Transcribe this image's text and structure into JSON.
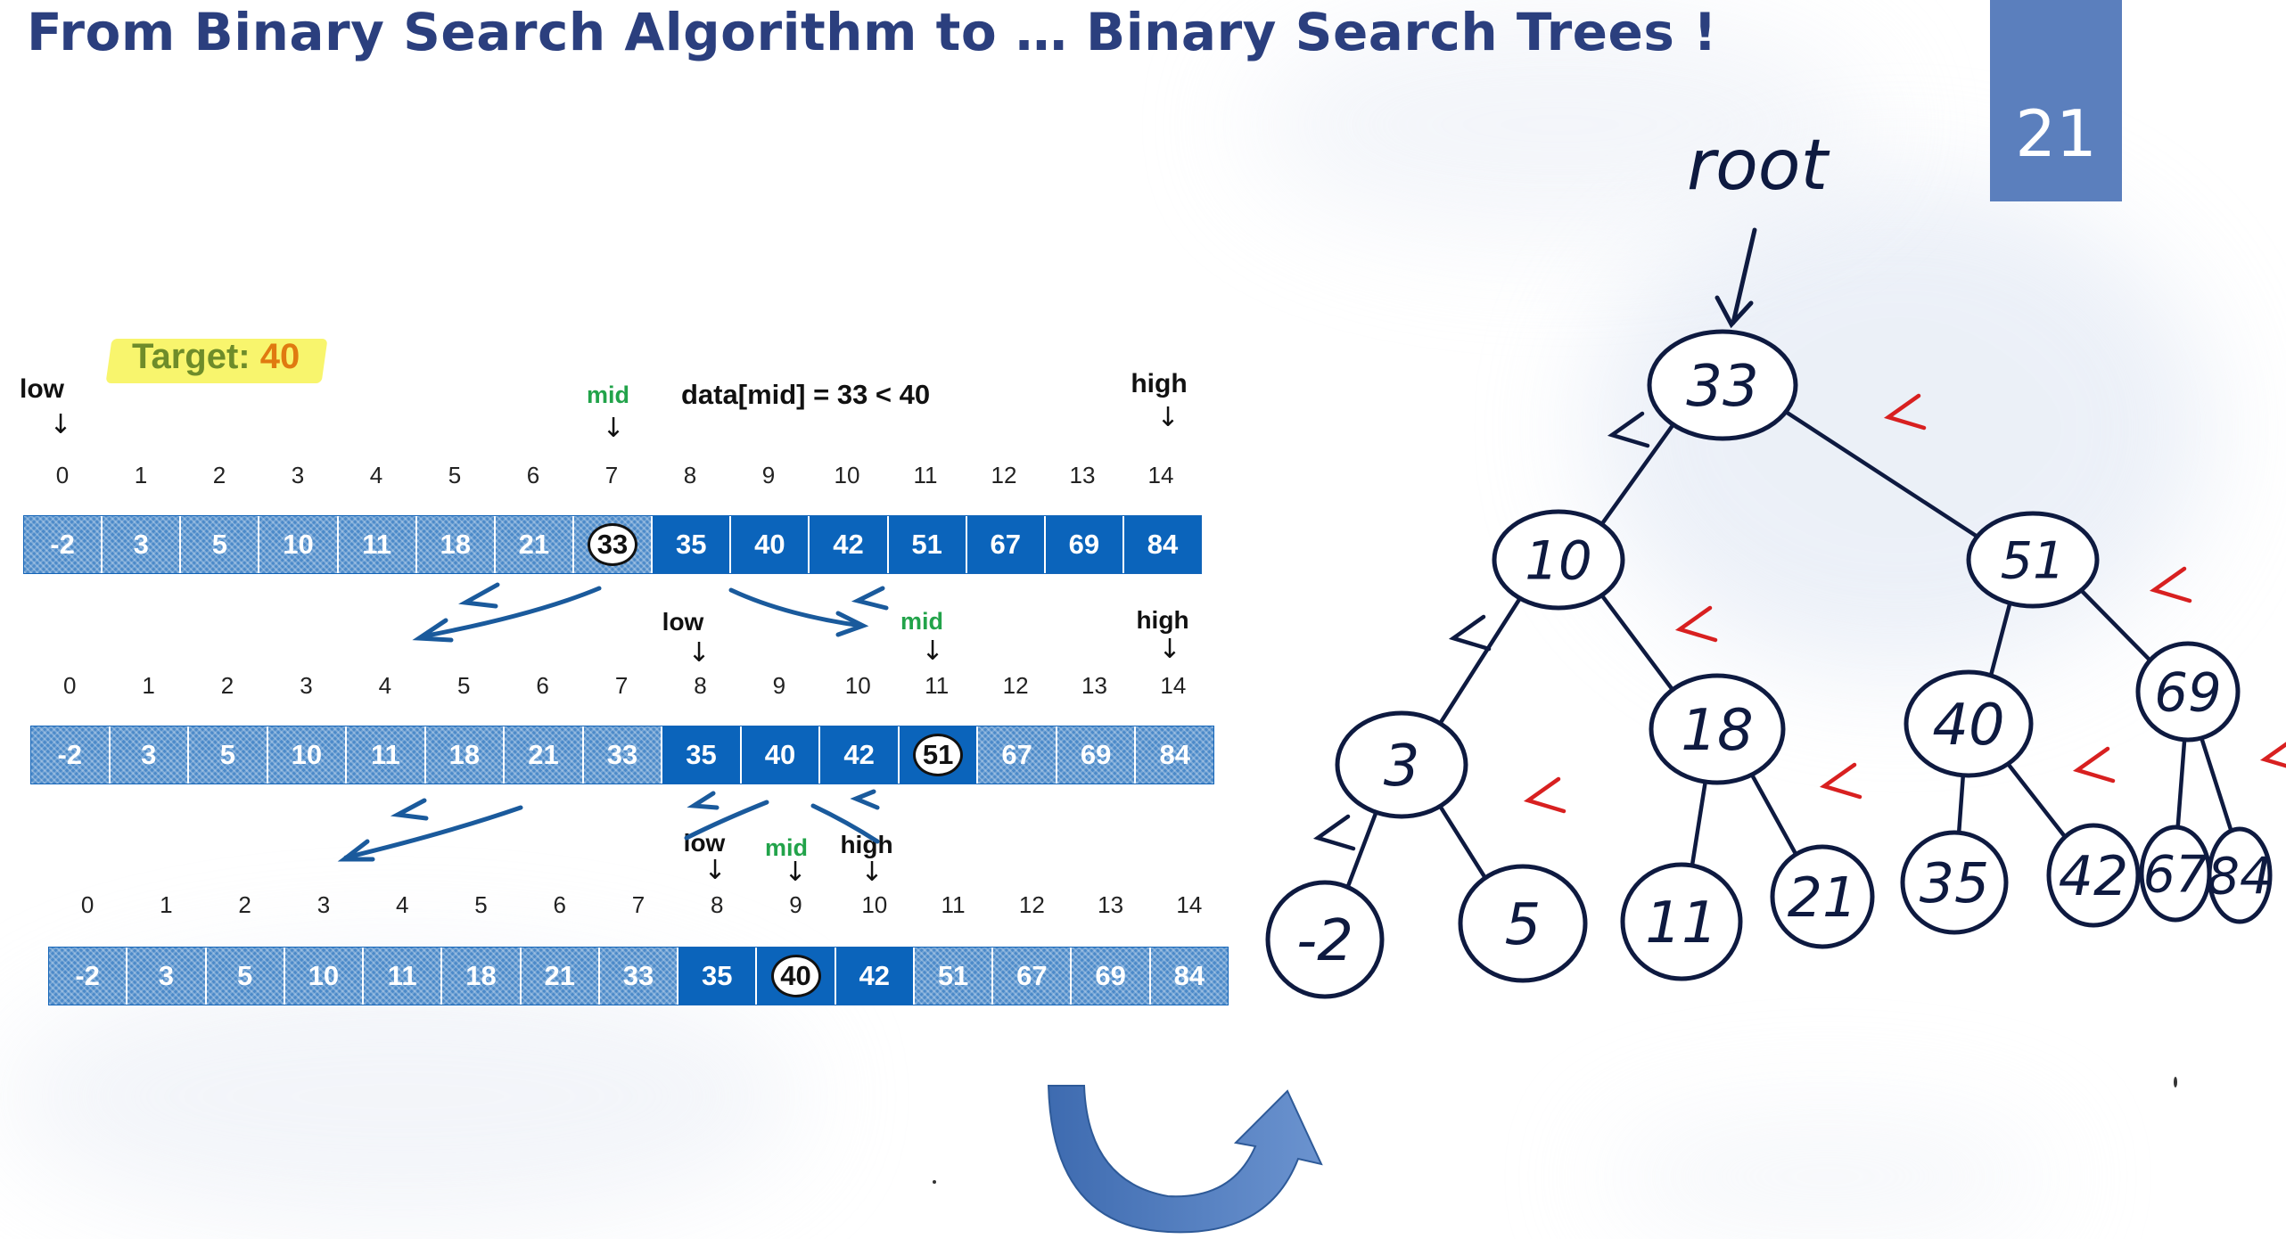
{
  "slide": {
    "title": "From Binary Search Algorithm to … Binary Search Trees !",
    "number": "21",
    "number_box_color": "#5b7fbd",
    "title_color": "#2b3f7e"
  },
  "binary_search": {
    "target_label": "Target:",
    "target_value": "40",
    "indices": [
      "0",
      "1",
      "2",
      "3",
      "4",
      "5",
      "6",
      "7",
      "8",
      "9",
      "10",
      "11",
      "12",
      "13",
      "14"
    ],
    "values": [
      "-2",
      "3",
      "5",
      "10",
      "11",
      "18",
      "21",
      "33",
      "35",
      "40",
      "42",
      "51",
      "67",
      "69",
      "84"
    ],
    "step1": {
      "low_label": "low",
      "mid_label": "mid",
      "high_label": "high",
      "comparison": "data[mid] = 33 < 40",
      "highlighted_value": "33"
    },
    "step2": {
      "low_label": "low",
      "mid_label": "mid",
      "high_label": "high",
      "highlighted_value": "51"
    },
    "step3": {
      "low_label": "low",
      "mid_label": "mid",
      "high_label": "high",
      "highlighted_value": "40"
    },
    "colors": {
      "active_cell": "#0b64bb",
      "inactive_cell": "#4c8ac9",
      "mid_label": "#22a34a",
      "target_value": "#e07a10"
    }
  },
  "tree": {
    "root_label": "root",
    "nodes": [
      "33",
      "10",
      "51",
      "3",
      "18",
      "40",
      "69",
      "-2",
      "5",
      "11",
      "21",
      "35",
      "42",
      "67",
      "84"
    ],
    "edge_marks": [
      "<",
      "<",
      "<",
      "<",
      "<",
      "<",
      "<",
      "<",
      "<",
      "<"
    ],
    "ink_color": "#0e1a40",
    "mark_color_left": "#1e3a8a",
    "mark_color_right": "#d82020"
  }
}
